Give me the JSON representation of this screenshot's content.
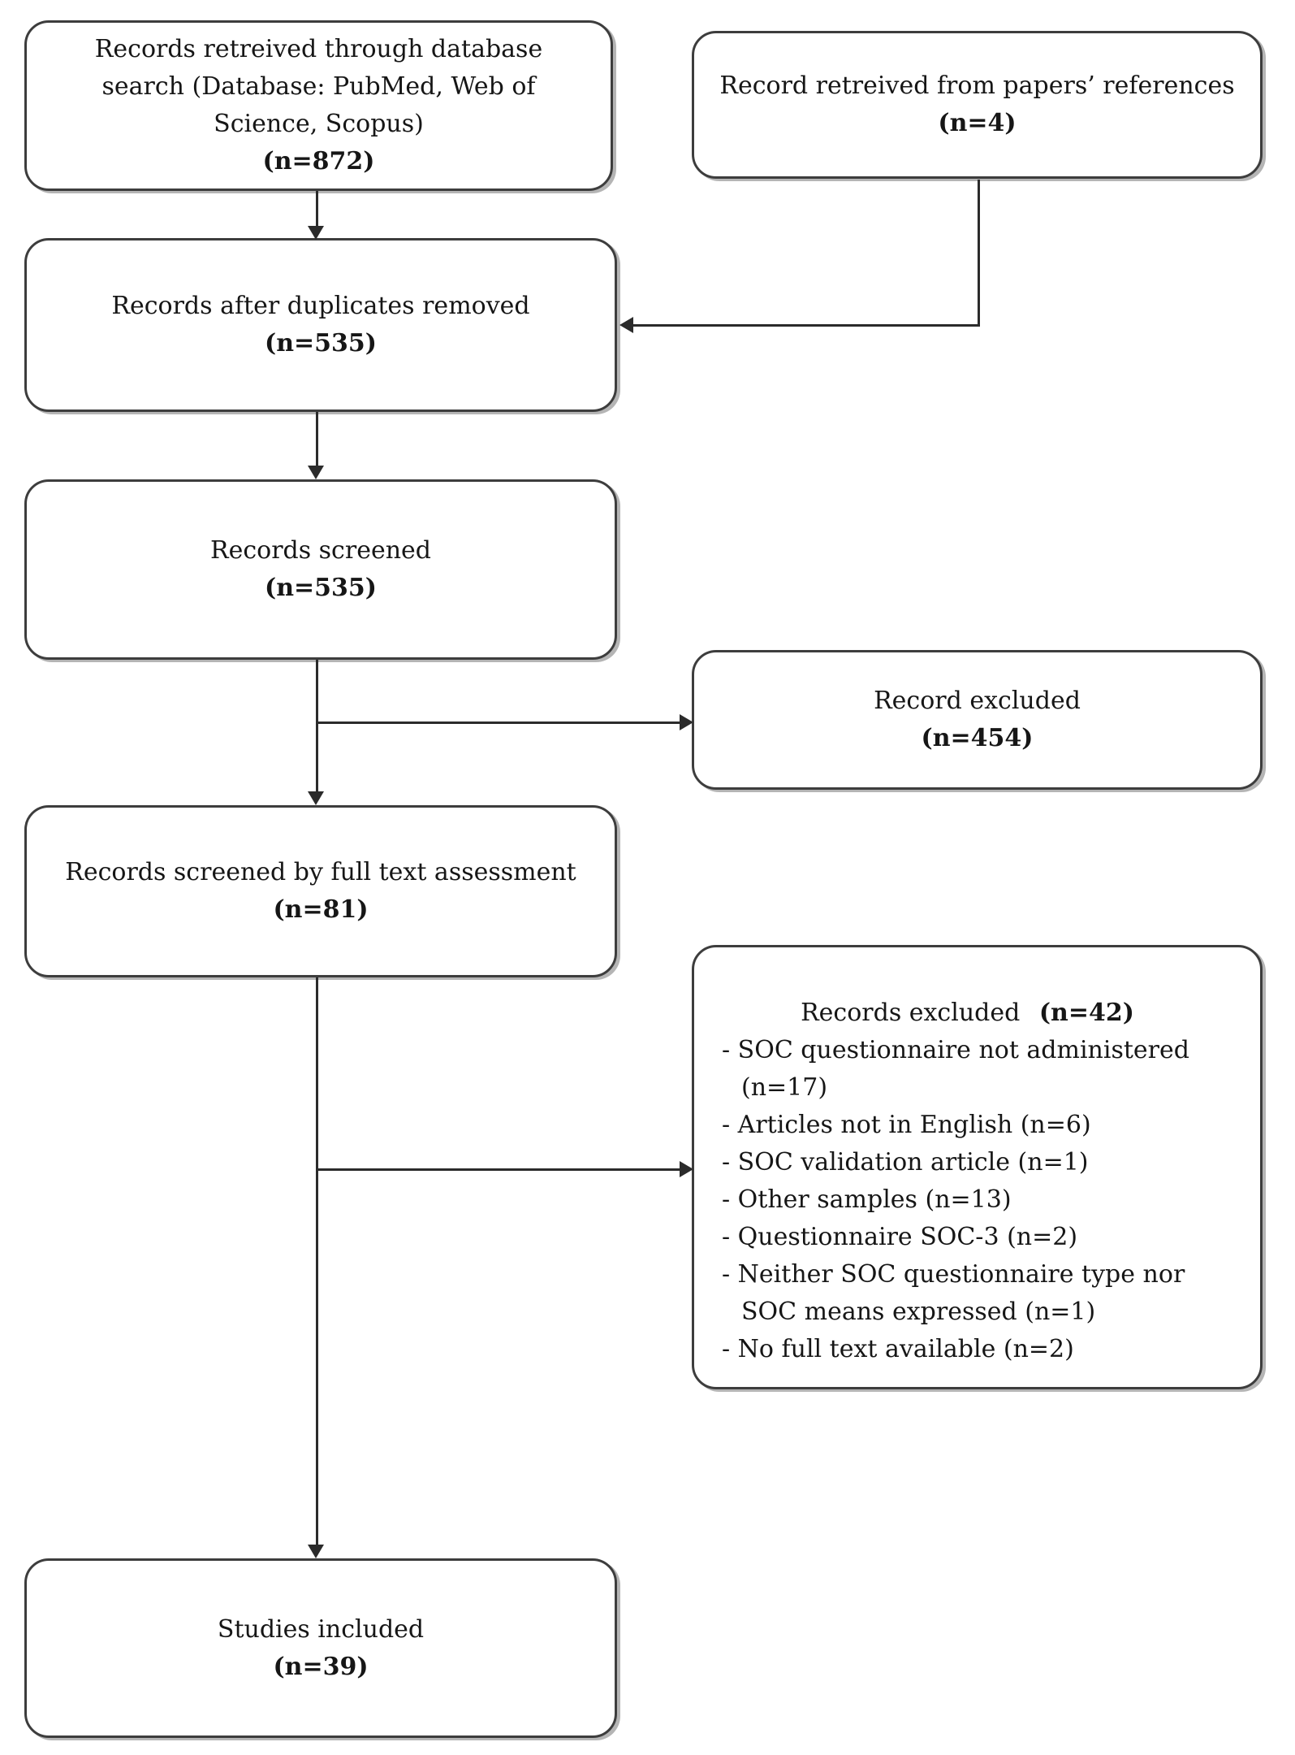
{
  "boxes": {
    "database": {
      "lines": [
        "Records retreived through database",
        "search (Database: PubMed, Web of",
        "Science, Scopus)"
      ],
      "count": "(n=872)"
    },
    "references": {
      "line": "Record retreived from papers’ references",
      "count": "(n=4)"
    },
    "duplicates": {
      "line": "Records after duplicates removed",
      "count": "(n=535)"
    },
    "screened": {
      "line": "Records screened",
      "count": "(n=535)"
    },
    "record_excluded": {
      "line": "Record excluded",
      "count": "(n=454)"
    },
    "fulltext": {
      "line": "Records screened by full text assessment",
      "count": "(n=81)"
    },
    "records_excluded": {
      "title": "Records excluded",
      "count": "(n=42)",
      "reasons": [
        "- SOC questionnaire not administered (n=17)",
        "- Articles not in English (n=6)",
        "- SOC validation article (n=1)",
        "- Other samples (n=13)",
        "- Questionnaire SOC-3 (n=2)",
        "- Neither SOC questionnaire type nor SOC means expressed (n=1)",
        "- No full text available (n=2)"
      ]
    },
    "included": {
      "line": "Studies included",
      "count": "(n=39)"
    }
  }
}
